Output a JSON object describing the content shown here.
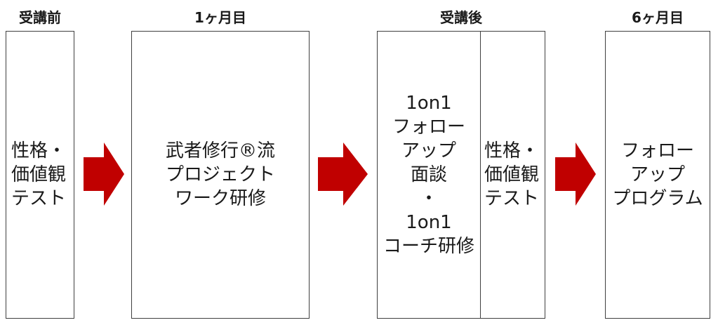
{
  "colors": {
    "arrow": "#C00000",
    "border": "#3f3f3f",
    "text": "#1a1a1a"
  },
  "headers": {
    "before": "受講前",
    "month1": "1ヶ月目",
    "after": "受講後",
    "month6": "6ヶ月目"
  },
  "boxes": {
    "test_before": [
      "性格・",
      "価値観",
      "テスト"
    ],
    "project_training": [
      "武者修行®流",
      "プロジェクト",
      "ワーク研修"
    ],
    "followup_coach": [
      "1on1",
      "フォロー",
      "アップ",
      "面談",
      "・",
      "1on1",
      "コーチ研修"
    ],
    "test_after": [
      "性格・",
      "価値観",
      "テスト"
    ],
    "followup_program": [
      "フォロー",
      "アップ",
      "プログラム"
    ]
  },
  "arrows": [
    "right-arrow",
    "right-arrow",
    "right-arrow"
  ]
}
